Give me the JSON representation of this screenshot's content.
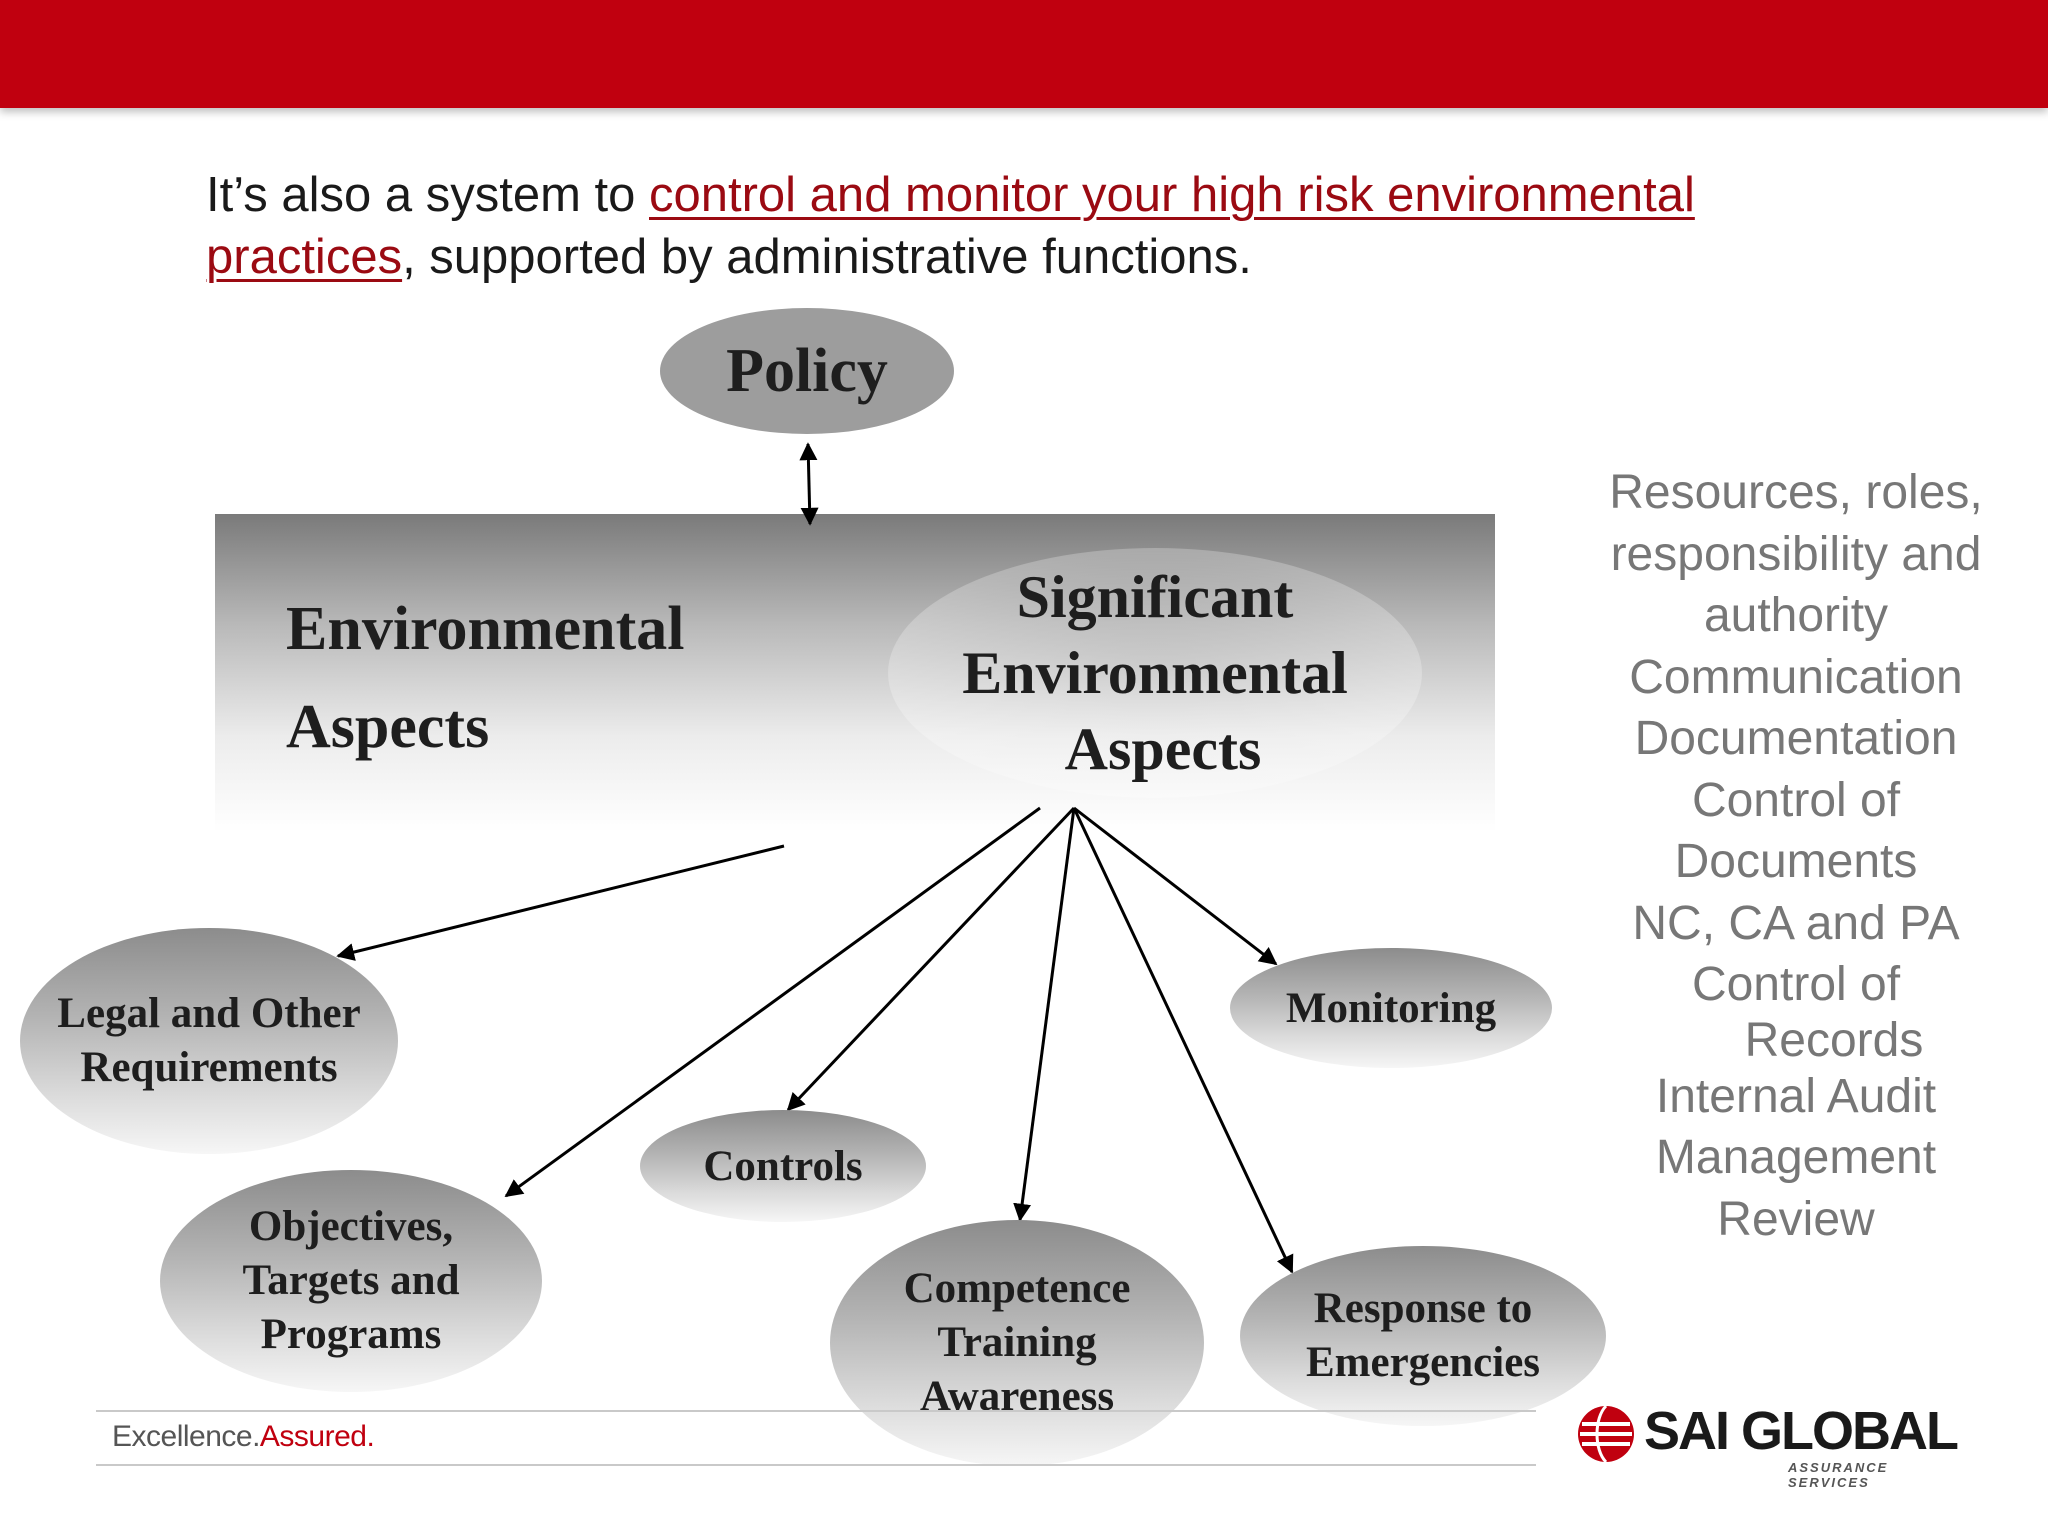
{
  "intro": {
    "prefix": "It’s also a system to ",
    "highlight": "control and monitor your high risk environmental practices",
    "suffix": ", supported by administrative functions."
  },
  "diagram": {
    "policy": "Policy",
    "environmental_aspects": [
      "Environmental",
      "Aspects"
    ],
    "significant_aspects": [
      "Significant",
      "Environmental",
      "Aspects"
    ],
    "legal": [
      "Legal and Other",
      "Requirements"
    ],
    "objectives": [
      "Objectives,",
      "Targets and",
      "Programs"
    ],
    "controls": "Controls",
    "competence": [
      "Competence",
      "Training",
      "Awareness"
    ],
    "response": [
      "Response to",
      "Emergencies"
    ],
    "monitoring": "Monitoring"
  },
  "side_list": [
    "Resources, roles,",
    "responsibility and",
    "authority",
    "Communication",
    "Documentation",
    "Control of",
    "Documents",
    "NC, CA and PA",
    "Control of",
    "Records",
    "Internal Audit",
    "Management",
    "Review"
  ],
  "footer": {
    "tagline_a": "Excellence.",
    "tagline_b": "Assured.",
    "logo_name": "SAI GLOBAL",
    "logo_sub": "ASSURANCE SERVICES"
  },
  "colors": {
    "header_red": "#c0000f",
    "highlight_red": "#9b0a12",
    "side_text_grey": "#777777"
  }
}
